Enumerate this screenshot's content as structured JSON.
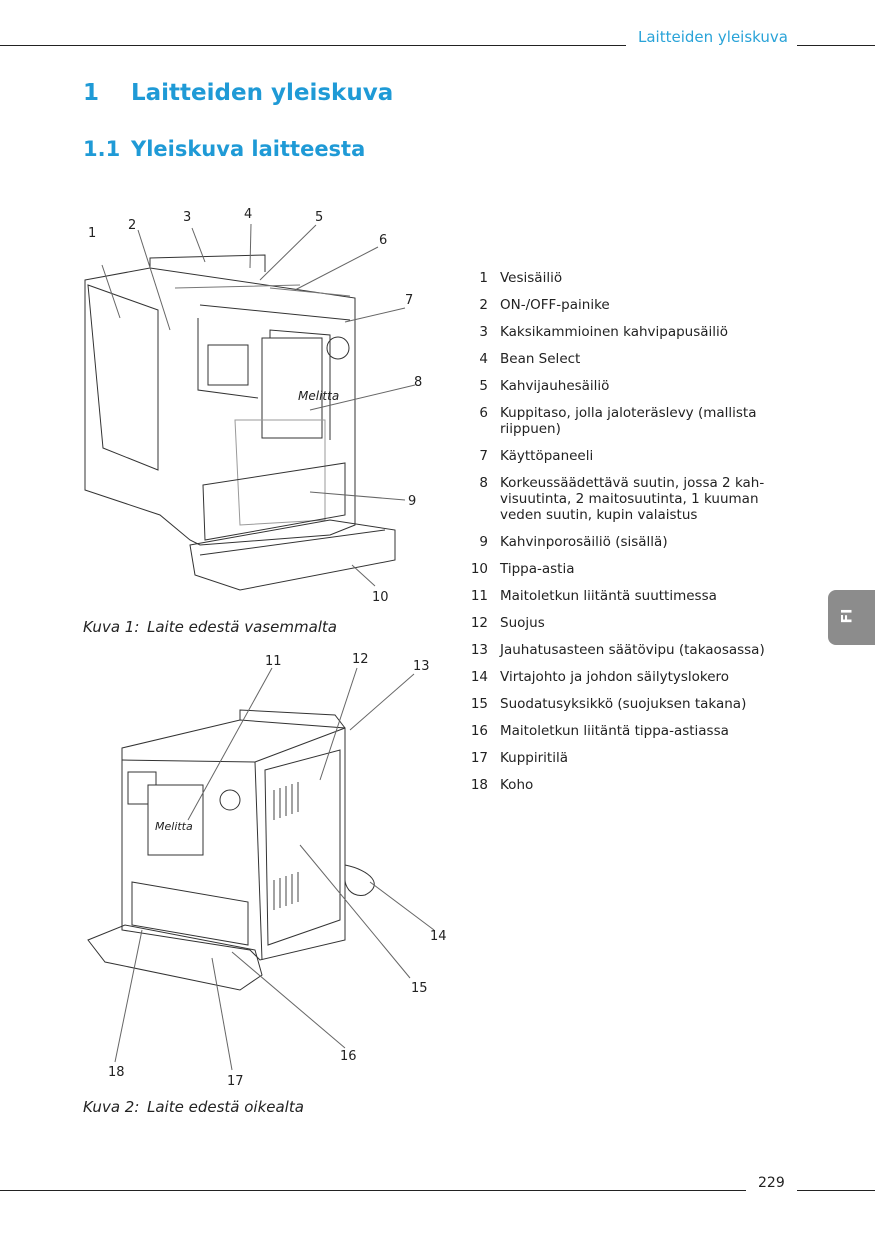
{
  "header": {
    "running_title": "Laitteiden yleiskuva"
  },
  "chapter": {
    "number": "1",
    "title": "Laitteiden yleiskuva"
  },
  "section": {
    "number": "1.1",
    "title": "Yleiskuva laitteesta"
  },
  "figure1": {
    "label": "Kuva 1:",
    "caption": "Laite edestä vasemmalta",
    "callouts": [
      "1",
      "2",
      "3",
      "4",
      "5",
      "6",
      "7",
      "8",
      "9",
      "10"
    ],
    "brand": "Melitta"
  },
  "figure2": {
    "label": "Kuva 2:",
    "caption": "Laite edestä oikealta",
    "callouts": [
      "11",
      "12",
      "13",
      "14",
      "15",
      "16",
      "17",
      "18"
    ],
    "brand": "Melitta"
  },
  "legend": [
    {
      "n": "1",
      "text": "Vesisäiliö"
    },
    {
      "n": "2",
      "text": "ON-/OFF-painike"
    },
    {
      "n": "3",
      "text": "Kaksikammioinen kahvipapusäiliö"
    },
    {
      "n": "4",
      "text": "Bean Select"
    },
    {
      "n": "5",
      "text": "Kahvijauhesäiliö"
    },
    {
      "n": "6",
      "text": "Kuppitaso, jolla jaloteräslevy (mallista riippuen)"
    },
    {
      "n": "7",
      "text": "Käyttöpaneeli"
    },
    {
      "n": "8",
      "text": "Korkeussäädettävä suutin, jossa 2 kah­visuutinta, 2 maitosuutinta, 1 kuuman veden suutin, kupin valaistus"
    },
    {
      "n": "9",
      "text": "Kahvinporosäiliö (sisällä)"
    },
    {
      "n": "10",
      "text": "Tippa-astia"
    },
    {
      "n": "11",
      "text": "Maitoletkun liitäntä suuttimessa"
    },
    {
      "n": "12",
      "text": "Suojus"
    },
    {
      "n": "13",
      "text": "Jauhatusasteen säätövipu (takaosassa)"
    },
    {
      "n": "14",
      "text": "Virtajohto ja johdon säilytyslokero"
    },
    {
      "n": "15",
      "text": "Suodatusyksikkö (suojuksen takana)"
    },
    {
      "n": "16",
      "text": "Maitoletkun liitäntä tippa-astiassa"
    },
    {
      "n": "17",
      "text": "Kuppiritilä"
    },
    {
      "n": "18",
      "text": "Koho"
    }
  ],
  "side_tab": {
    "language": "FI"
  },
  "footer": {
    "page_number": "229"
  },
  "colors": {
    "accent": "#1f9ad6",
    "tab": "#8c8c8c"
  }
}
